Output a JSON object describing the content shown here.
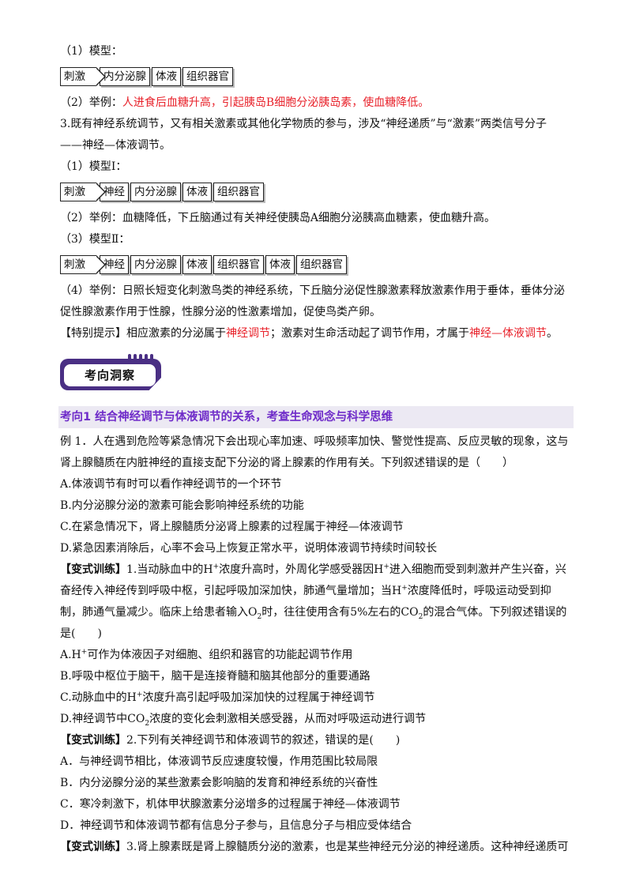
{
  "model1": {
    "label": "（1）模型：",
    "flow": [
      "刺激",
      "内分泌腺",
      "体液",
      "组织器官"
    ],
    "example_prefix": "（2）举例：",
    "example_red": "人进食后血糖升高，引起胰岛B细胞分泌胰岛素，使血糖降低。"
  },
  "section3": {
    "line1": "3.既有神经系统调节，又有相关激素或其他化学物质的参与，涉及“神经递质”与“激素”两类信号分子",
    "line2": "——神经—体液调节。",
    "model1_label": "（1）模型Ⅰ：",
    "model1_flow": [
      "刺激",
      "神经",
      "内分泌腺",
      "体液",
      "组织器官"
    ],
    "example1": "（2）举例：血糖降低，下丘脑通过有关神经使胰岛A细胞分泌胰高血糖素，使血糖升高。",
    "model2_label": "（3）模型Ⅱ：",
    "model2_flow": [
      "刺激",
      "神经",
      "内分泌腺",
      "体液",
      "组织器官",
      "体液",
      "组织器官"
    ],
    "example2_line1": "（4）举例：日照长短变化刺激鸟类的神经系统，下丘脑分泌促性腺激素释放激素作用于垂体，垂体分泌",
    "example2_line2": "促性腺激素作用于性腺，性腺分泌的性激素增加，促使鸟类产卵。",
    "tip_prefix": "【特别提示】相应激素的分泌属于",
    "tip_red1": "神经调节",
    "tip_mid": "；激素对生命活动起了调节作用，才属于",
    "tip_red2": "神经—体液调节",
    "tip_end": "。"
  },
  "badge": {
    "label": "考向洞察"
  },
  "section_title": "考向1  结合神经调节与体液调节的关系，考查生命观念与科学思维",
  "example1": {
    "stem_line1": "例 1．人在遇到危险等紧急情况下会出现心率加速、呼吸频率加快、警觉性提高、反应灵敏的现象，这与",
    "stem_line2": "肾上腺髓质在内脏神经的直接支配下分泌的肾上腺素的作用有关。下列叙述错误的是（　　）",
    "options": [
      "A.体液调节有时可以看作神经调节的一个环节",
      "B.内分泌腺分泌的激素可能会影响神经系统的功能",
      "C.在紧急情况下，肾上腺髓质分泌肾上腺素的过程属于神经—体液调节",
      "D.紧急因素消除后，心率不会马上恢复正常水平，说明体液调节持续时间较长"
    ]
  },
  "variant1": {
    "tag": "【变式训练】",
    "l1a": "1.当动脉血中的H",
    "l1b": "浓度升高时，外周化学感受器因H",
    "l1c": "进入细胞而受到刺激并产生兴奋，兴",
    "l2a": "奋经传入神经传到呼吸中枢，引起呼吸加深加快，肺通气量增加；当H",
    "l2b": "浓度降低时，呼吸运动受到抑",
    "l3a": "制，肺通气量减少。临床上给患者输入O",
    "l3b": "时，往往使用含有5%左右的CO",
    "l3c": "的混合气体。下列叙述错误的",
    "l4": "是(　　)",
    "sup": "+",
    "sub2": "2",
    "optA_a": "A.H",
    "optA_b": "可作为体液因子对细胞、组织和器官的功能起调节作用",
    "optB": "B.呼吸中枢位于脑干，脑干是连接脊髓和脑其他部分的重要通路",
    "optC_a": "C.动脉血中的H",
    "optC_b": "浓度升高引起呼吸加深加快的过程属于神经调节",
    "optD_a": "D.神经调节中CO",
    "optD_b": "浓度的变化会刺激相关感受器，从而对呼吸运动进行调节"
  },
  "variant2": {
    "tag": "【变式训练】",
    "stem": "2.下列有关神经调节和体液调节的叙述，错误的是(　　)",
    "options": [
      "A．与神经调节相比，体液调节反应速度较慢，作用范围比较局限",
      "B．内分泌腺分泌的某些激素会影响脑的发育和神经系统的兴奋性",
      "C．寒冷刺激下，机体甲状腺激素分泌增多的过程属于神经—体液调节",
      "D．神经调节和体液调节都有信息分子参与，且信息分子与相应受体结合"
    ]
  },
  "variant3": {
    "tag": "【变式训练】",
    "stem": "3.肾上腺素既是肾上腺髓质分泌的激素，也是某些神经元分泌的神经递质。这种神经递质可"
  }
}
